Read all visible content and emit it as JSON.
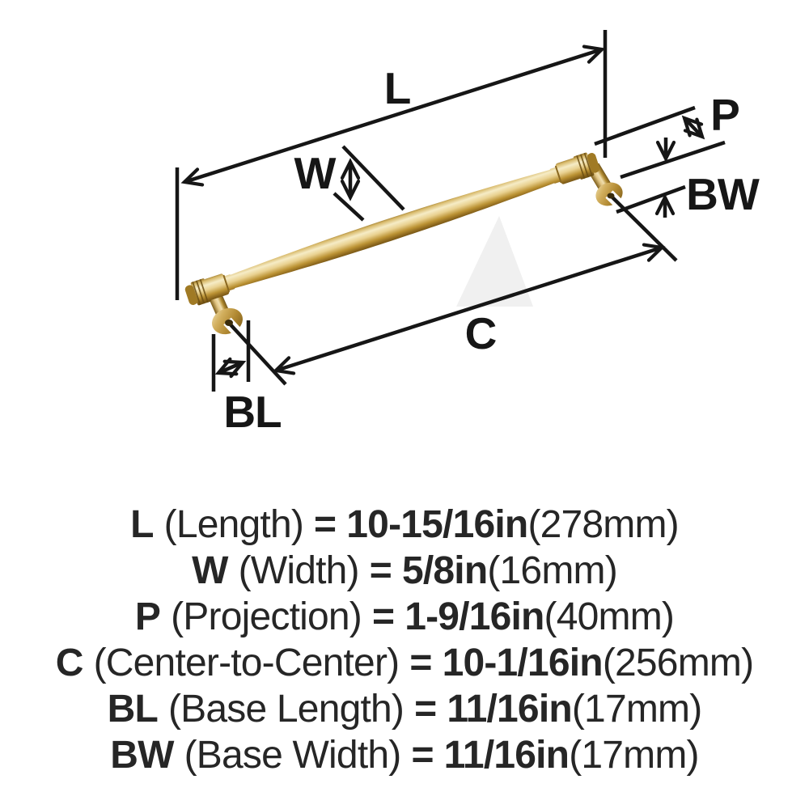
{
  "page": {
    "background": "#ffffff",
    "line_color": "#161616",
    "text_color": "#262626",
    "watermark_color": "#f0f0f0"
  },
  "diagram": {
    "description": "champagne-bronze cabinet pull handle shown at an angle with dimension callouts",
    "labels": {
      "length": "L",
      "width": "W",
      "projection": "P",
      "base_width": "BW",
      "center_to_center": "C",
      "base_length": "BL"
    },
    "handle_colors": {
      "gold_highlight": "#f6ecc6",
      "gold_light": "#e6cc8a",
      "gold_mid": "#c9a24b",
      "gold_dark": "#8a671f",
      "gold_shadow": "#6b4e12"
    }
  },
  "specs": [
    {
      "key": "L",
      "name": "(Length)",
      "eq": "=",
      "value": "10-15/16in",
      "metric": "(278mm)"
    },
    {
      "key": "W",
      "name": "(Width)",
      "eq": "=",
      "value": "5/8in",
      "metric": "(16mm)"
    },
    {
      "key": "P",
      "name": "(Projection)",
      "eq": "=",
      "value": "1-9/16in",
      "metric": "(40mm)"
    },
    {
      "key": "C",
      "name": "(Center-to-Center)",
      "eq": "=",
      "value": "10-1/16in",
      "metric": "(256mm)"
    },
    {
      "key": "BL",
      "name": "(Base Length)",
      "eq": "=",
      "value": "11/16in",
      "metric": "(17mm)"
    },
    {
      "key": "BW",
      "name": "(Base Width)",
      "eq": "=",
      "value": "11/16in",
      "metric": "(17mm)"
    }
  ]
}
